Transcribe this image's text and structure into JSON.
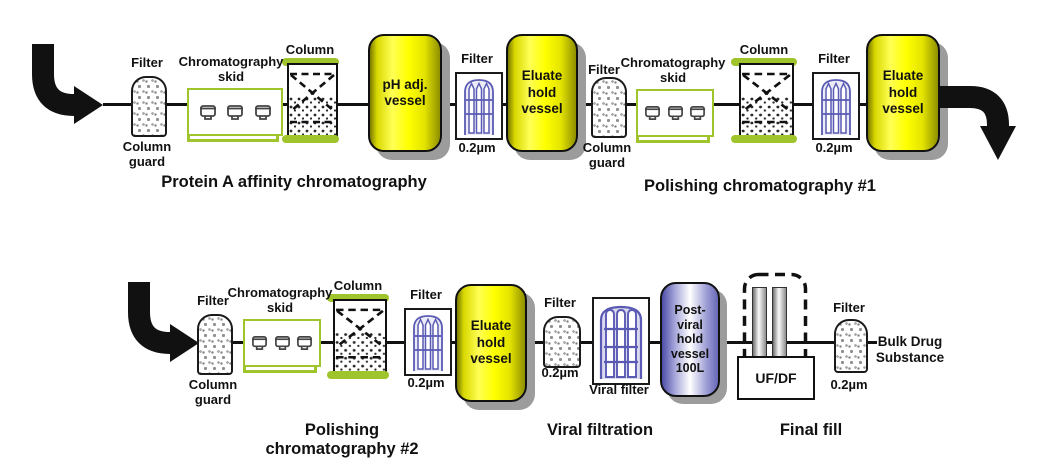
{
  "sections": {
    "protein_a": "Protein A affinity chromatography",
    "polishing_1": "Polishing chromatography #1",
    "polishing_2": "Polishing\nchromatography #2",
    "viral_filtration": "Viral filtration",
    "final_fill": "Final fill"
  },
  "components": {
    "filter": "Filter",
    "column_guard": "Column\nguard",
    "chromatography_skid": "Chromatography\nskid",
    "column": "Column",
    "ph_adj_vessel": "pH adj.\nvessel",
    "eluate_hold_vessel": "Eluate\nhold\nvessel",
    "pore_size": "0.2µm",
    "viral_filter": "Viral filter",
    "post_viral_hold_vessel": "Post-\nviral\nhold\nvessel\n100L",
    "uf_df": "UF/DF",
    "bulk_drug_substance": "Bulk Drug\nSubstance"
  },
  "colors": {
    "flow_black": "#111111",
    "accent_green": "#9fc42c",
    "vessel_yellow": "#ffff00",
    "vessel_yellow_dark": "#8f8f00",
    "filter_purple": "#5a5ab4",
    "vessel_purple": "#6868b8",
    "shadow_gray": "#9c9c9c"
  }
}
